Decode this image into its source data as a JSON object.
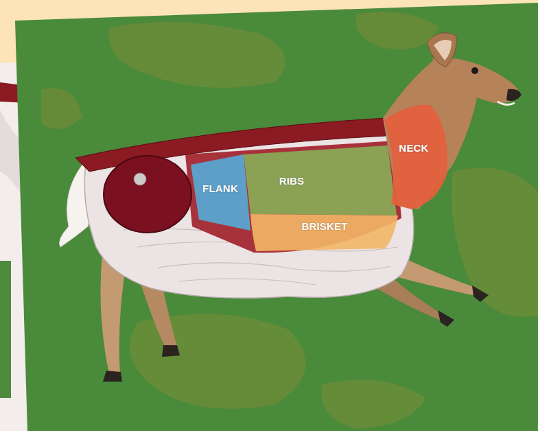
{
  "diagram": {
    "nodes": [
      {
        "text": [
          "FLANK"
        ]
      },
      {
        "text": [
          "RIBS"
        ]
      },
      {
        "text": [
          "NECK"
        ]
      },
      {
        "text": [
          "BRISKET"
        ]
      }
    ]
  }
}
